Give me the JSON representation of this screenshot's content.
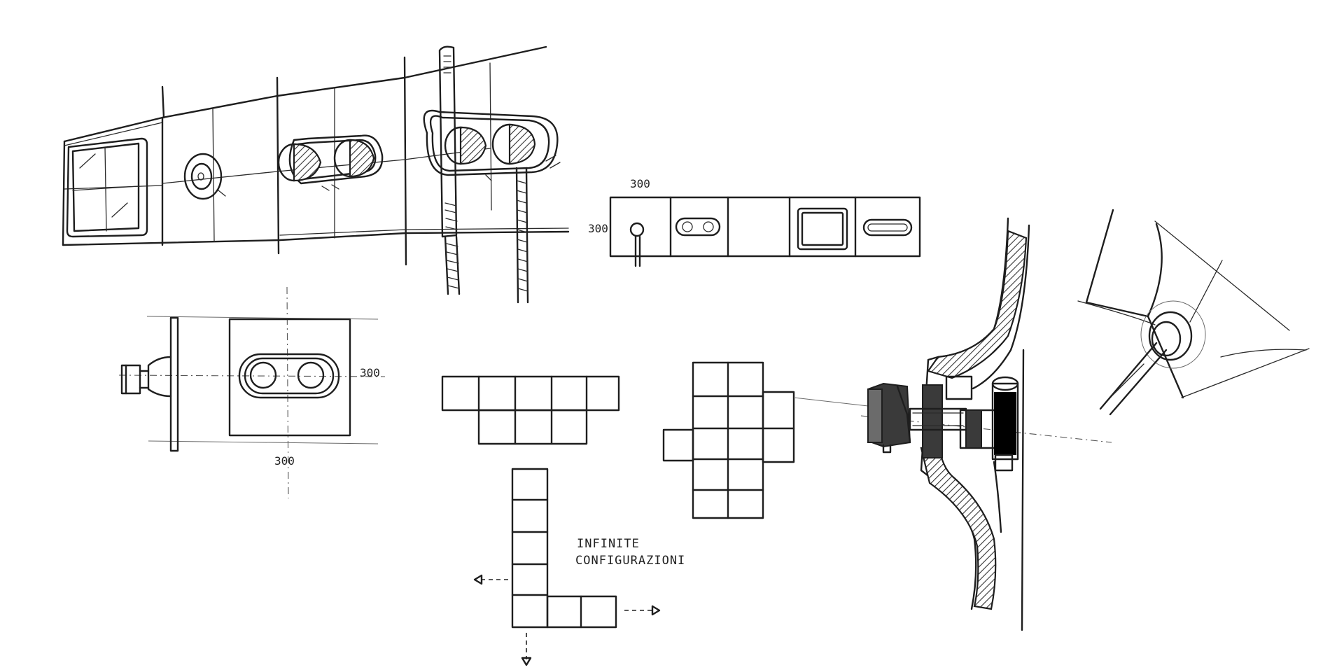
{
  "labels": {
    "panel_width": "300",
    "panel_height": "300",
    "front_height": "300",
    "front_width": "300",
    "note_line_1": "INFINITE",
    "note_line_2": "CONFIGURAZIONI"
  },
  "drawing": {
    "ink_color": "#1e1e1e",
    "paper_color": "#ffffff"
  }
}
